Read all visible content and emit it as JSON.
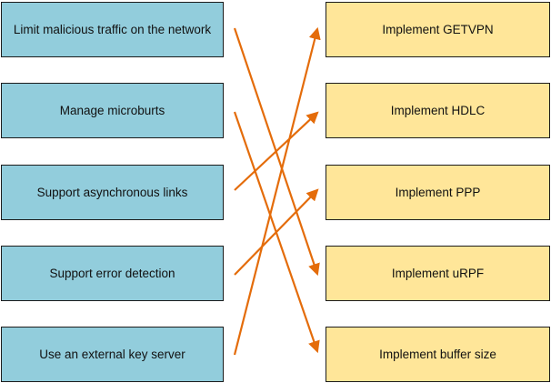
{
  "left_items": [
    {
      "label": "Limit malicious traffic on the network"
    },
    {
      "label": "Manage microburts"
    },
    {
      "label": "Support asynchronous links"
    },
    {
      "label": "Support error detection"
    },
    {
      "label": "Use an external key server"
    }
  ],
  "right_items": [
    {
      "label": "Implement GETVPN"
    },
    {
      "label": "Implement HDLC"
    },
    {
      "label": "Implement PPP"
    },
    {
      "label": "Implement uRPF"
    },
    {
      "label": "Implement buffer size"
    }
  ],
  "connections": [
    {
      "from": 0,
      "to": 3
    },
    {
      "from": 1,
      "to": 4
    },
    {
      "from": 2,
      "to": 1
    },
    {
      "from": 3,
      "to": 2
    },
    {
      "from": 4,
      "to": 0
    }
  ],
  "colors": {
    "left_fill": "#92cddc",
    "right_fill": "#ffe699",
    "arrow": "#e46c0a"
  }
}
